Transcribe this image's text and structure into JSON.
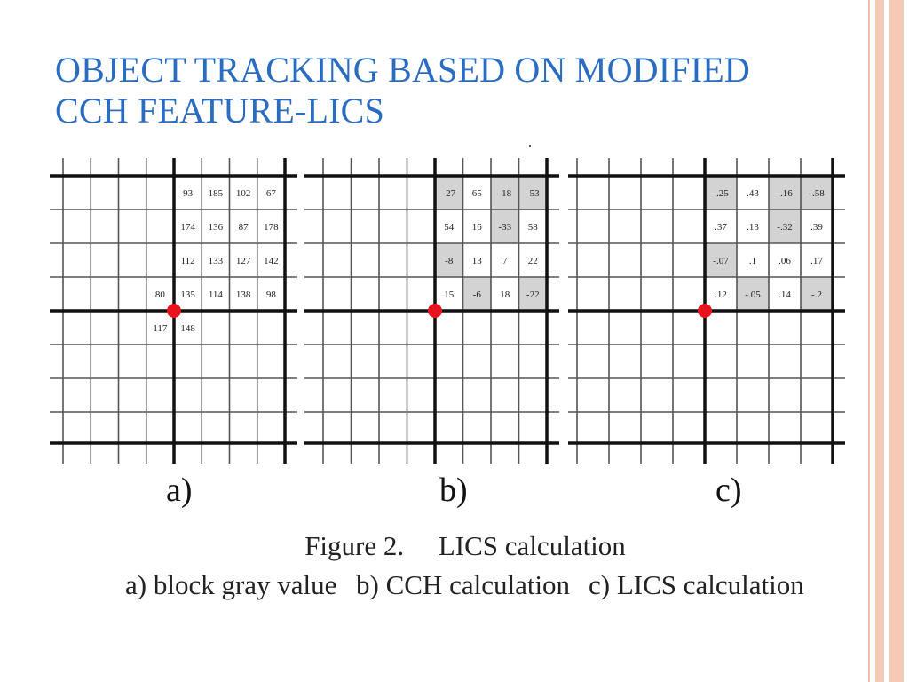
{
  "slide": {
    "title_line1": "OBJECT TRACKING BASED ON MODIFIED",
    "title_line2": "CCH FEATURE-LICS",
    "title_color": "#2a6cc0",
    "accent_stripe_color": "#f4c9b6"
  },
  "figure": {
    "panels": [
      {
        "label": "a)",
        "grid_values": [
          [
            "93",
            "185",
            "102",
            "67"
          ],
          [
            "174",
            "136",
            "87",
            "178"
          ],
          [
            "112",
            "133",
            "127",
            "142"
          ],
          [
            "135",
            "114",
            "138",
            "98"
          ]
        ],
        "shaded": [
          [
            false,
            false,
            false,
            false
          ],
          [
            false,
            false,
            false,
            false
          ],
          [
            false,
            false,
            false,
            false
          ],
          [
            false,
            false,
            false,
            false
          ]
        ],
        "extra_left": "80",
        "extra_below_left": "117",
        "extra_below_right": "148"
      },
      {
        "label": "b)",
        "grid_values": [
          [
            "-27",
            "65",
            "-18",
            "-53"
          ],
          [
            "54",
            "16",
            "-33",
            "58"
          ],
          [
            "-8",
            "13",
            "7",
            "22"
          ],
          [
            "15",
            "-6",
            "18",
            "-22"
          ]
        ],
        "shaded": [
          [
            true,
            false,
            true,
            true
          ],
          [
            false,
            false,
            true,
            false
          ],
          [
            true,
            false,
            false,
            false
          ],
          [
            false,
            true,
            false,
            true
          ]
        ]
      },
      {
        "label": "c)",
        "grid_values": [
          [
            "-.25",
            ".43",
            "-.16",
            "-.58"
          ],
          [
            ".37",
            ".13",
            "-.32",
            ".39"
          ],
          [
            "-.07",
            ".1",
            ".06",
            ".17"
          ],
          [
            ".12",
            "-.05",
            ".14",
            "-.2"
          ]
        ],
        "shaded": [
          [
            true,
            false,
            true,
            true
          ],
          [
            false,
            false,
            true,
            false
          ],
          [
            true,
            false,
            false,
            false
          ],
          [
            false,
            true,
            false,
            true
          ]
        ]
      }
    ],
    "shade_color": "#d3d3d3",
    "marker_color": "#e8141c",
    "caption_line1": "Figure 2.     LICS calculation",
    "caption_a": "a) block gray value",
    "caption_b": "b) CCH calculation",
    "caption_c": "c) LICS calculation"
  }
}
